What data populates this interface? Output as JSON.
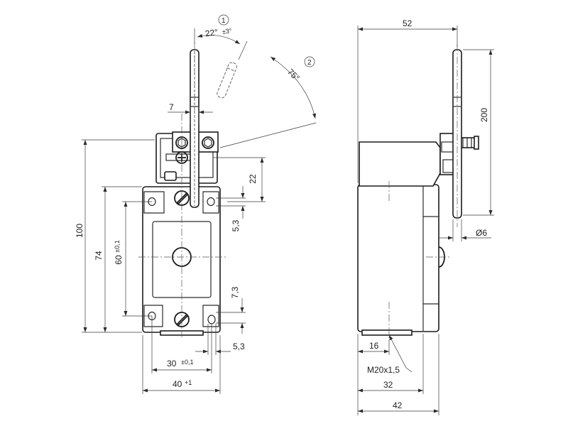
{
  "left_view": {
    "dim_width_40": "40",
    "dim_width_40_tol": "+1",
    "dim_spacing_30": "30",
    "dim_spacing_30_tol": "±0,1",
    "dim_height_100": "100",
    "dim_height_74": "74",
    "dim_height_60": "60",
    "dim_height_60_tol": "±0,1",
    "dim_22": "22",
    "dim_7": "7",
    "dim_5_3_top": "5,3",
    "dim_7_3": "7,3",
    "dim_5_3_bottom": "5,3",
    "angle_22": "22°",
    "angle_22_tol": "±3°",
    "angle_75": "75°",
    "callout_1": "1",
    "callout_2": "2"
  },
  "right_view": {
    "dim_52": "52",
    "dim_200": "200",
    "dim_6": "Ø6",
    "dim_16": "16",
    "dim_32": "32",
    "dim_42": "42",
    "thread": "M20x1,5"
  }
}
